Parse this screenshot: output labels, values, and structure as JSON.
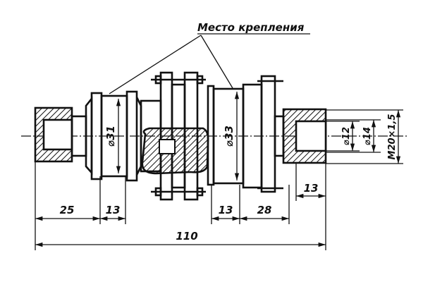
{
  "drawing": {
    "callout_label": "Место крепления",
    "diameters": {
      "left_body": "⌀31",
      "right_body": "⌀33",
      "bore_inner": "⌀12",
      "bore_outer": "⌀14",
      "thread": "M20×1,5"
    },
    "dimensions": {
      "left_nut": "25",
      "left_body": "13",
      "right_body": "13",
      "right_flange": "28",
      "right_nut": "13",
      "overall": "110"
    }
  }
}
